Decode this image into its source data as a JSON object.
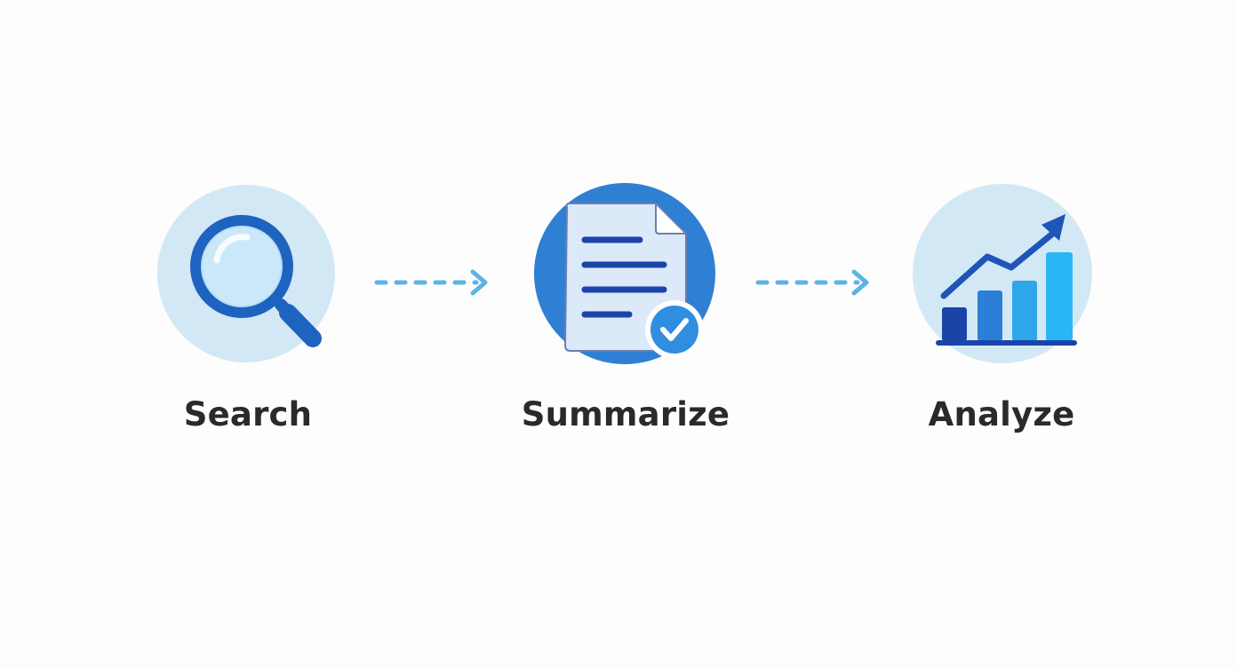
{
  "steps": [
    {
      "label": "Search",
      "icon": "magnifying-glass-icon"
    },
    {
      "label": "Summarize",
      "icon": "document-check-icon"
    },
    {
      "label": "Analyze",
      "icon": "bar-chart-trend-icon"
    }
  ],
  "connectors": [
    "dashed-arrow-right-icon",
    "dashed-arrow-right-icon"
  ],
  "colors": {
    "circle_light": "#d3e8f5",
    "circle_dark": "#2f80d4",
    "primary_blue": "#1f63c0",
    "navy": "#1a44a8",
    "sky": "#29b6f6",
    "arrow": "#5ab4e6",
    "text": "#2a2a2a"
  }
}
